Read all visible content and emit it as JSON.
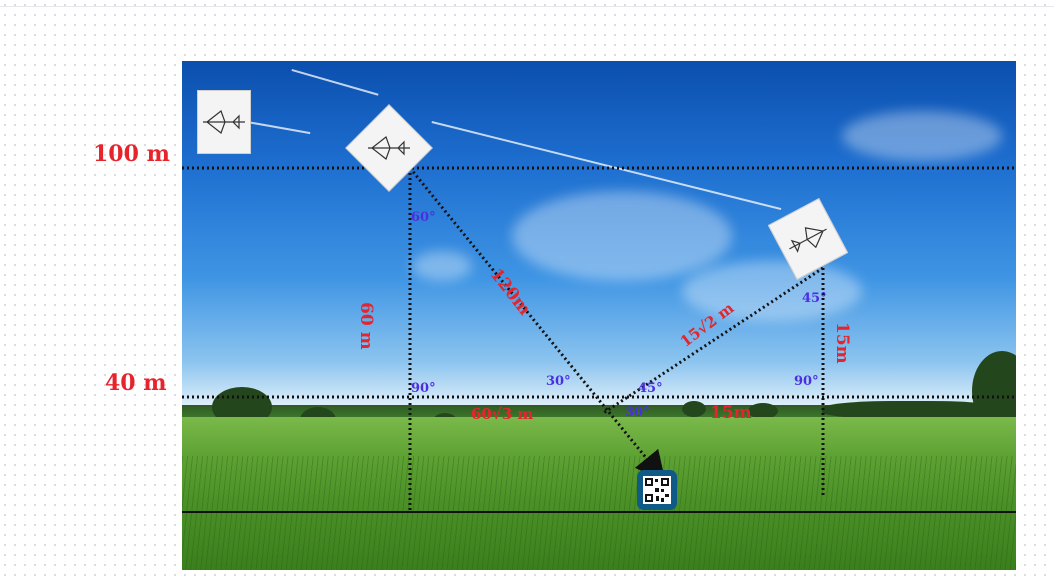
{
  "labels": {
    "height_100": "100 m",
    "height_40": "40 m",
    "vertical_left": "60 m",
    "hypotenuse": "120m",
    "horizontal_left": "60√3 m",
    "diag_right": "15√2 m",
    "vertical_right": "15m",
    "horizontal_right": "15m"
  },
  "angles": {
    "top_left": "60°",
    "bottom_left": "90°",
    "mid_left": "30°",
    "mid_right": "45°",
    "bottom_mid": "30°",
    "top_right": "45°",
    "bottom_right": "90°"
  },
  "colors": {
    "label_red": "#e6242c",
    "angle_blue": "#4a2fe0",
    "line": "#111111"
  },
  "icons": {
    "plane_reference": "fighter-jet-icon",
    "plane_left": "fighter-jet-icon",
    "plane_right": "fighter-jet-icon",
    "target": "qr-code-icon"
  }
}
